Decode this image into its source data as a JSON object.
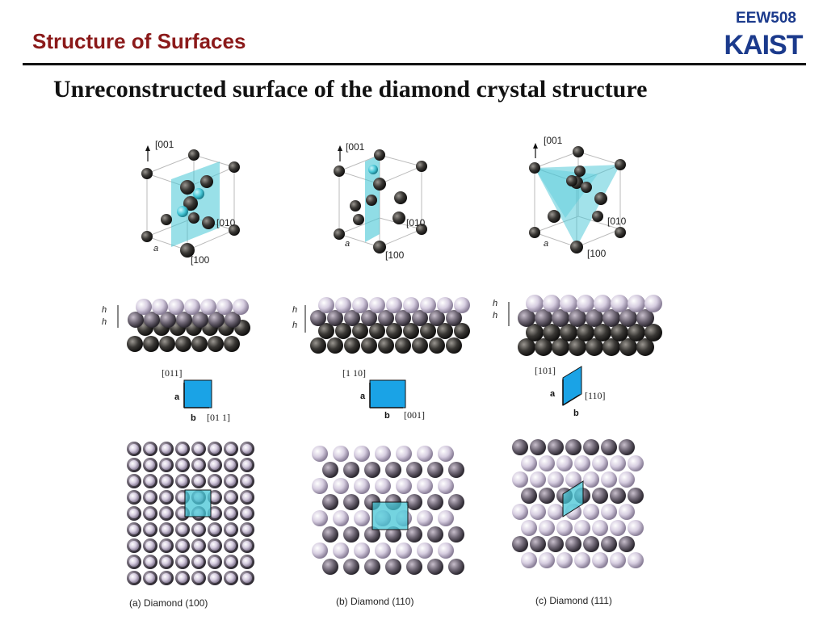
{
  "header": {
    "title": "Structure of Surfaces",
    "course_code": "EEW508",
    "logo_text": "KAIST"
  },
  "slide": {
    "heading": "Unreconstructed surface of the diamond crystal structure"
  },
  "colors": {
    "title_red": "#8b1a1a",
    "logo_blue": "#1b3a8c",
    "plane_cyan": "#46c6d6",
    "cell_blue": "#1aa3e6",
    "dark_atom": "#2b2b2b",
    "light_atom": "#d8cfe0"
  },
  "panels": [
    {
      "caption": "(a) Diamond (100)",
      "axis_top": "[001",
      "axis_right": "[010",
      "axis_front": "[100",
      "lattice_label": "a",
      "layer_labels": [
        "h",
        "h"
      ],
      "cell_dir_top": "[011]",
      "cell_dir_side": "[01 1]",
      "vec_a": "a",
      "vec_b": "b"
    },
    {
      "caption": "(b) Diamond (110)",
      "axis_top": "[001",
      "axis_right": "[010",
      "axis_front": "[100",
      "lattice_label": "a",
      "layer_labels": [
        "h",
        "h"
      ],
      "cell_dir_top": "[1 10]",
      "cell_dir_side": "[001]",
      "vec_a": "a",
      "vec_b": "b"
    },
    {
      "caption": "(c) Diamond (111)",
      "axis_top": "[001",
      "axis_right": "[010",
      "axis_front": "[100",
      "lattice_label": "a",
      "layer_labels": [
        "h",
        "h"
      ],
      "cell_dir_top": "[101]",
      "cell_dir_side": "[110]",
      "vec_a": "a",
      "vec_b": "b"
    }
  ]
}
